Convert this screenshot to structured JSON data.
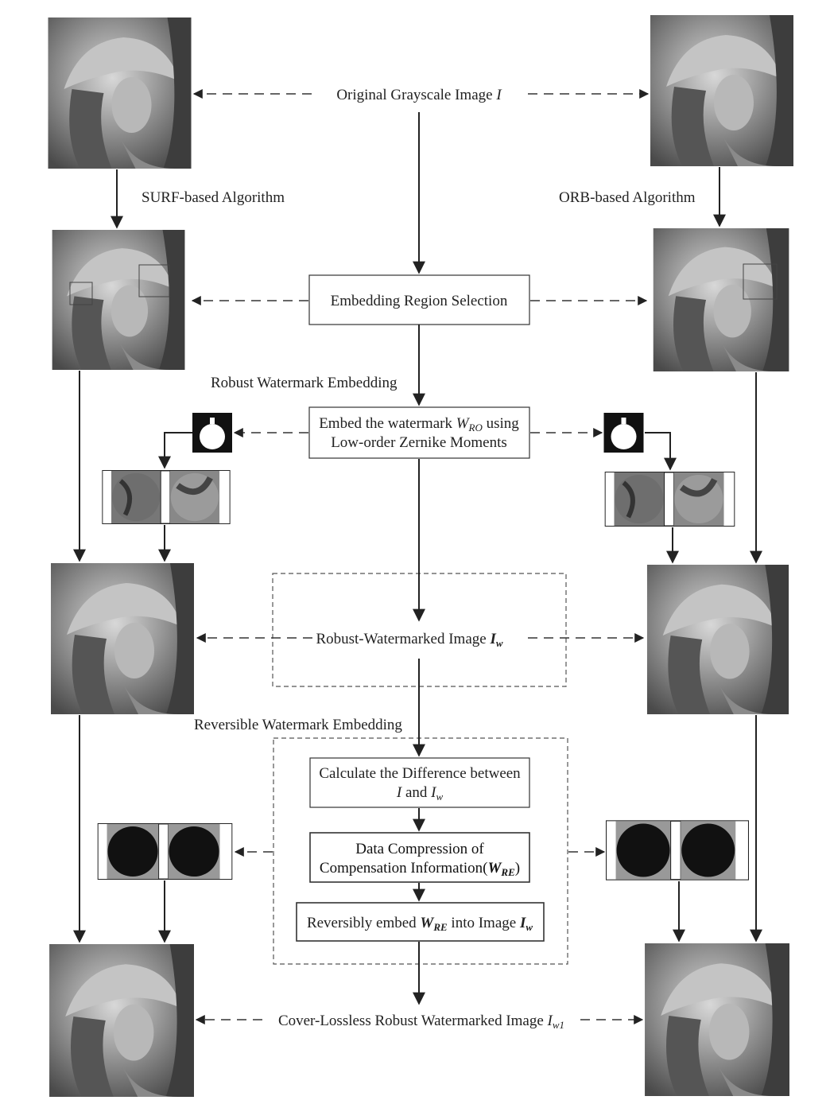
{
  "labels": {
    "original_image": "Original Grayscale Image",
    "original_image_sym": "I",
    "surf": "SURF-based Algorithm",
    "orb": "ORB-based Algorithm",
    "region_selection": "Embedding Region Selection",
    "robust_embedding": "Robust Watermark Embedding",
    "embed_line1_a": "Embed the watermark",
    "embed_line1_sym": "W",
    "embed_line1_sub": "RO",
    "embed_line1_b": "using",
    "embed_line2": "Low-order Zernike Moments",
    "robust_watermarked": "Robust-Watermarked Image",
    "robust_watermarked_sym": "I",
    "robust_watermarked_sub": "w",
    "reversible_embedding": "Reversible Watermark Embedding",
    "calc_line1": "Calculate the Difference between",
    "calc_line2_a": "I",
    "calc_line2_b": "and",
    "calc_line2_sym": "I",
    "calc_line2_sub": "w",
    "compress_line1": "Data Compression of",
    "compress_line2": "Compensation Information(",
    "compress_sym": "W",
    "compress_sub": "RE",
    "compress_close": ")",
    "rev_embed_a": "Reversibly embed",
    "rev_embed_sym": "W",
    "rev_embed_sub": "RE",
    "rev_embed_b": "into Image",
    "rev_embed_sym2": "I",
    "rev_embed_sub2": "w",
    "final": "Cover-Lossless Robust Watermarked Image",
    "final_sym": "I",
    "final_sub": "w1"
  }
}
